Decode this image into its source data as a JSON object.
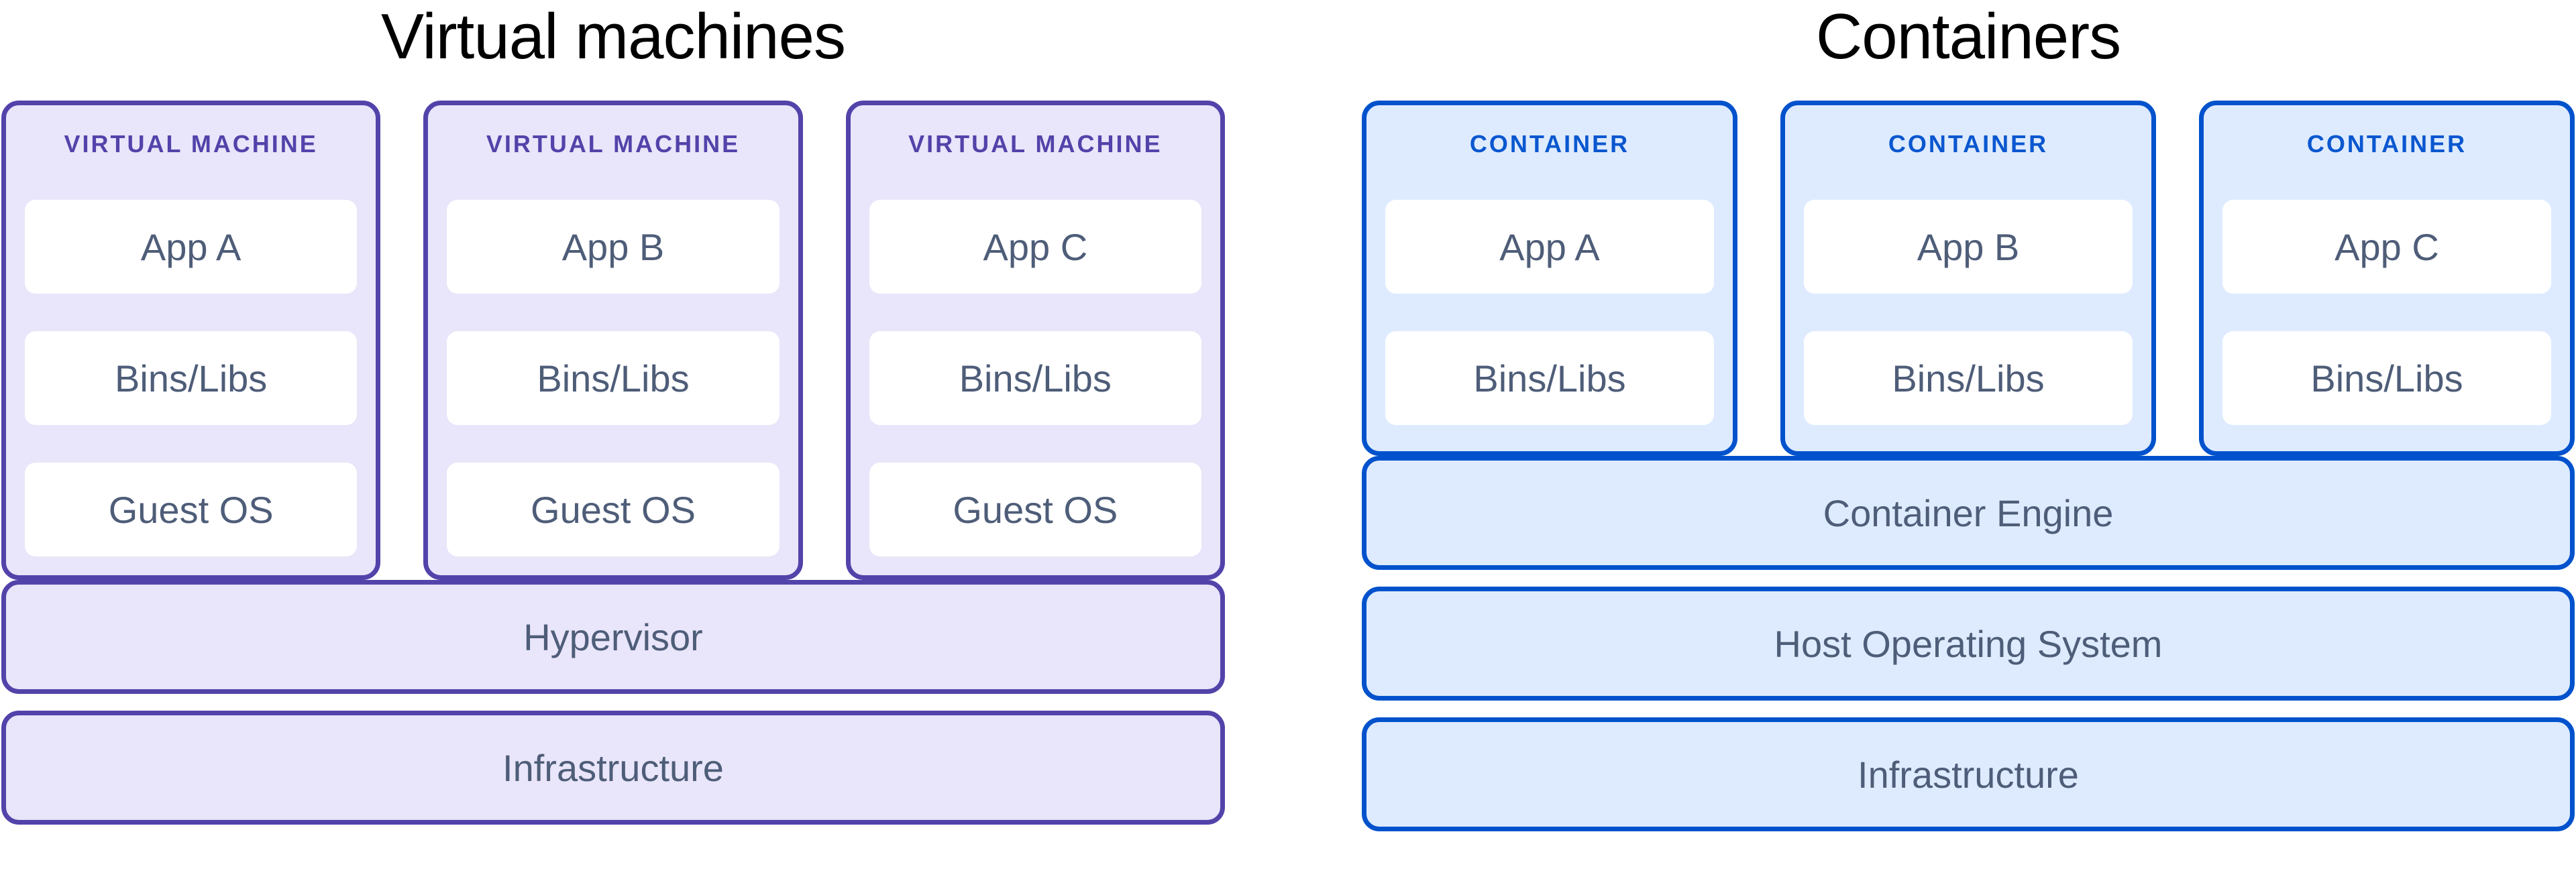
{
  "diagram": {
    "left": {
      "title": "Virtual machines",
      "cards": [
        {
          "label": "VIRTUAL MACHINE",
          "items": [
            "App A",
            "Bins/Libs",
            "Guest OS"
          ]
        },
        {
          "label": "VIRTUAL MACHINE",
          "items": [
            "App B",
            "Bins/Libs",
            "Guest OS"
          ]
        },
        {
          "label": "VIRTUAL MACHINE",
          "items": [
            "App C",
            "Bins/Libs",
            "Guest OS"
          ]
        }
      ],
      "layers": [
        "Hypervisor",
        "Infrastructure"
      ]
    },
    "right": {
      "title": "Containers",
      "cards": [
        {
          "label": "CONTAINER",
          "items": [
            "App A",
            "Bins/Libs"
          ]
        },
        {
          "label": "CONTAINER",
          "items": [
            "App B",
            "Bins/Libs"
          ]
        },
        {
          "label": "CONTAINER",
          "items": [
            "App C",
            "Bins/Libs"
          ]
        }
      ],
      "layers": [
        "Container Engine",
        "Host Operating System",
        "Infrastructure"
      ]
    },
    "colors": {
      "vm_border": "#5243AA",
      "vm_fill": "#E9E5FA",
      "vm_label": "#5243AA",
      "container_border": "#0052CC",
      "container_fill": "#DEEBFF",
      "container_label": "#0A57CF",
      "item_text": "#4E5D78",
      "title_text": "#000000",
      "inner_fill": "#FFFFFF"
    }
  }
}
